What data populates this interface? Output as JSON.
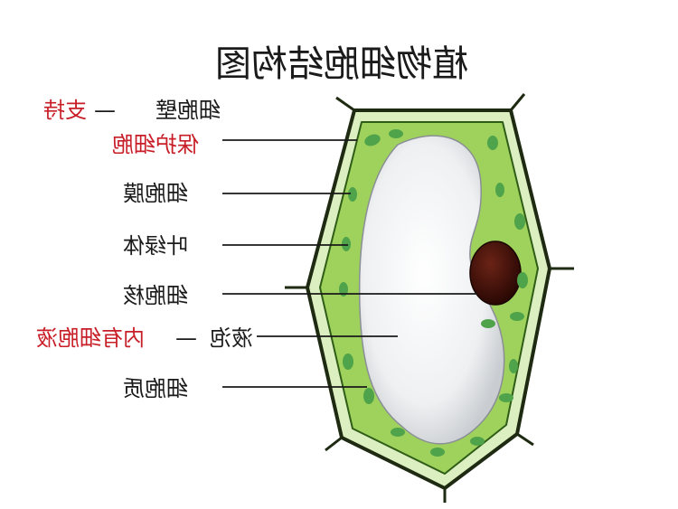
{
  "title": "植物细胞结构图",
  "labels": [
    {
      "name": "细胞壁",
      "note": "支持",
      "note_color": "#c81e28"
    },
    {
      "name": "",
      "note": "保护细胞",
      "note_color": "#c81e28"
    },
    {
      "name": "细胞膜",
      "note": ""
    },
    {
      "name": "叶绿体",
      "note": ""
    },
    {
      "name": "细胞核",
      "note": ""
    },
    {
      "name": "液泡",
      "note": "内有细胞液",
      "note_color": "#c81e28"
    },
    {
      "name": "细胞质",
      "note": ""
    }
  ],
  "colors": {
    "cell_wall": "#dcefc0",
    "cytoplasm": "#9fd25c",
    "vacuole": "#eef0f2",
    "nucleus": "#3e0f08",
    "chloroplast": "#4fa34a",
    "text": "#1a1a1a",
    "highlight": "#c81e28"
  }
}
